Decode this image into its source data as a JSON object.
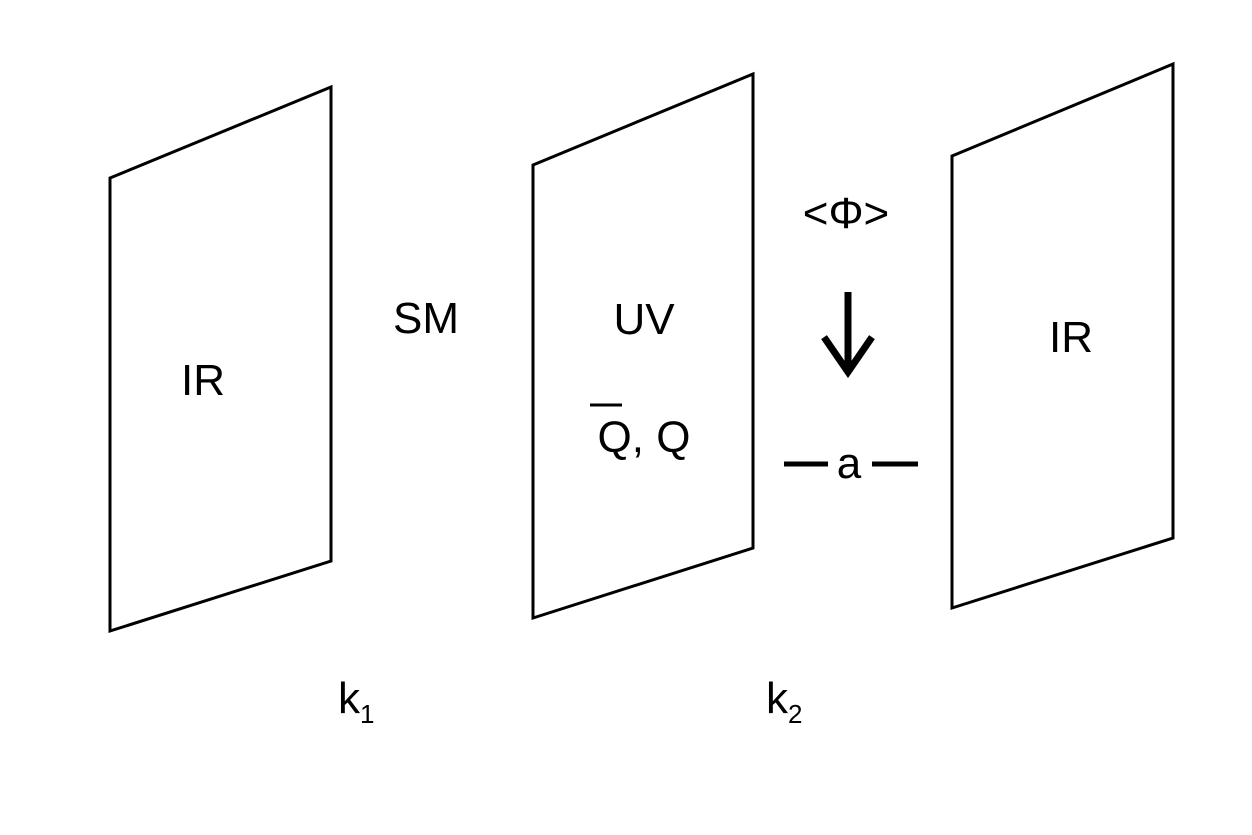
{
  "diagram": {
    "colors": {
      "stroke": "#000000",
      "text": "#000000",
      "axion": "#ff0000",
      "background": "#ffffff"
    },
    "branes": [
      {
        "label": "IR"
      },
      {
        "label": "UV",
        "fields": {
          "conjugate": "Q",
          "separator": ", ",
          "field": "Q"
        }
      },
      {
        "label": "IR"
      }
    ],
    "regions": [
      {
        "label": "SM"
      }
    ],
    "vev_label": "<Φ>",
    "arrow_icon": "down-arrow-icon",
    "axion_label": "a",
    "curvatures": [
      {
        "base": "k",
        "sub": "1"
      },
      {
        "base": "k",
        "sub": "2"
      }
    ]
  }
}
